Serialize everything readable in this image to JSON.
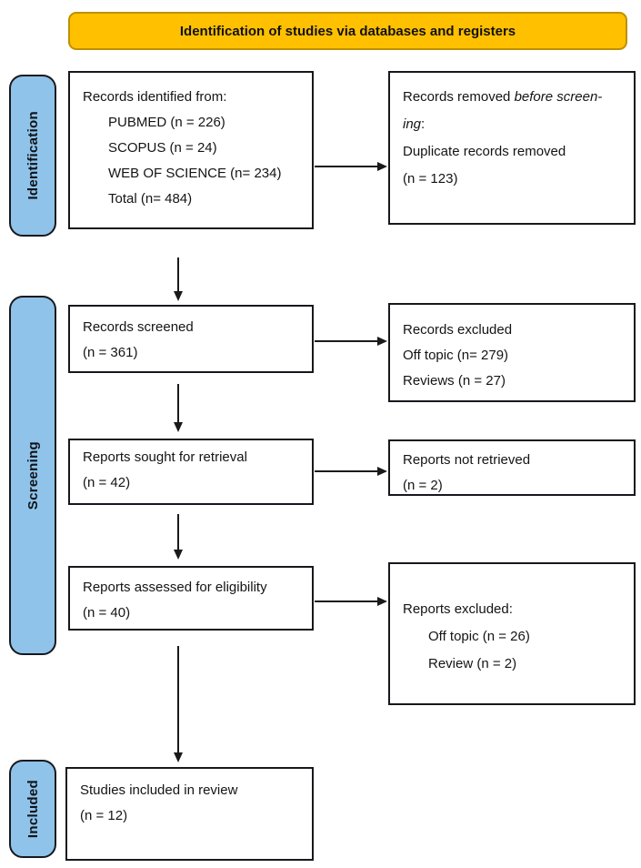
{
  "banner": {
    "label": "Identification of studies via databases and registers",
    "fill": "#FFC000",
    "border": "#BF9000"
  },
  "stages": {
    "identification": "Identification",
    "screening": "Screening",
    "included": "Included",
    "fill": "#8FC3E9"
  },
  "boxes": {
    "records_identified": {
      "title": "Records identified from:",
      "items": [
        "PUBMED (n = 226)",
        "SCOPUS (n = 24)",
        "WEB OF SCIENCE (n= 234)",
        "Total (n= 484)"
      ]
    },
    "records_removed": {
      "line1_normal": "Records removed ",
      "line1_italic": "before screen-",
      "line2_italic": "ing",
      "line2_normal": ":",
      "line3": "Duplicate records removed",
      "line4": "(n = 123)"
    },
    "records_screened": {
      "line1": "Records screened",
      "line2": "(n = 361)"
    },
    "records_excluded": {
      "line1": "Records excluded",
      "line2": "Off topic (n= 279)",
      "line3": "Reviews (n = 27)"
    },
    "reports_sought": {
      "line1": "Reports sought for retrieval",
      "line2": "(n = 42)"
    },
    "reports_not_retrieved": {
      "line1": "Reports not retrieved",
      "line2": "(n = 2)"
    },
    "reports_assessed": {
      "line1": "Reports assessed for eligibility",
      "line2": "(n = 40)"
    },
    "reports_excluded": {
      "title": "Reports excluded:",
      "items": [
        "Off topic (n = 26)",
        "Review (n = 2)"
      ]
    },
    "studies_included": {
      "line1": "Studies included in review",
      "line2": "(n = 12)"
    }
  }
}
